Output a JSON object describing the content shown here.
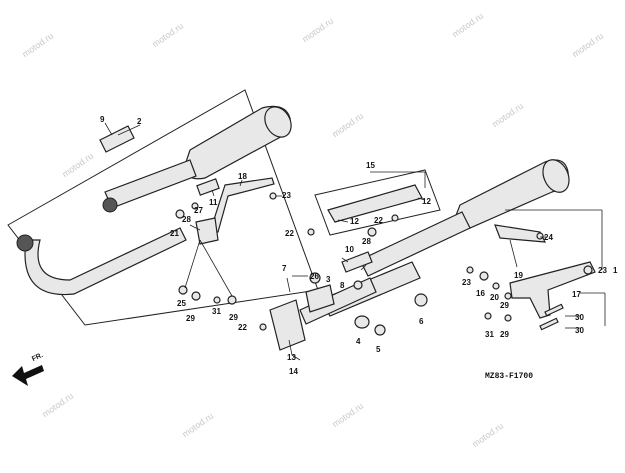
{
  "watermark": "motod.ru",
  "drawing_code": "MZ83-F1700",
  "direction_label": "FR.",
  "callouts": [
    "1",
    "2",
    "3",
    "4",
    "5",
    "6",
    "7",
    "8",
    "9",
    "10",
    "11",
    "12",
    "12",
    "13",
    "14",
    "15",
    "16",
    "17",
    "18",
    "19",
    "20",
    "21",
    "22",
    "22",
    "22",
    "23",
    "23",
    "23",
    "24",
    "25",
    "26",
    "27",
    "28",
    "28",
    "29",
    "29",
    "29",
    "29",
    "30",
    "30",
    "31",
    "31"
  ]
}
